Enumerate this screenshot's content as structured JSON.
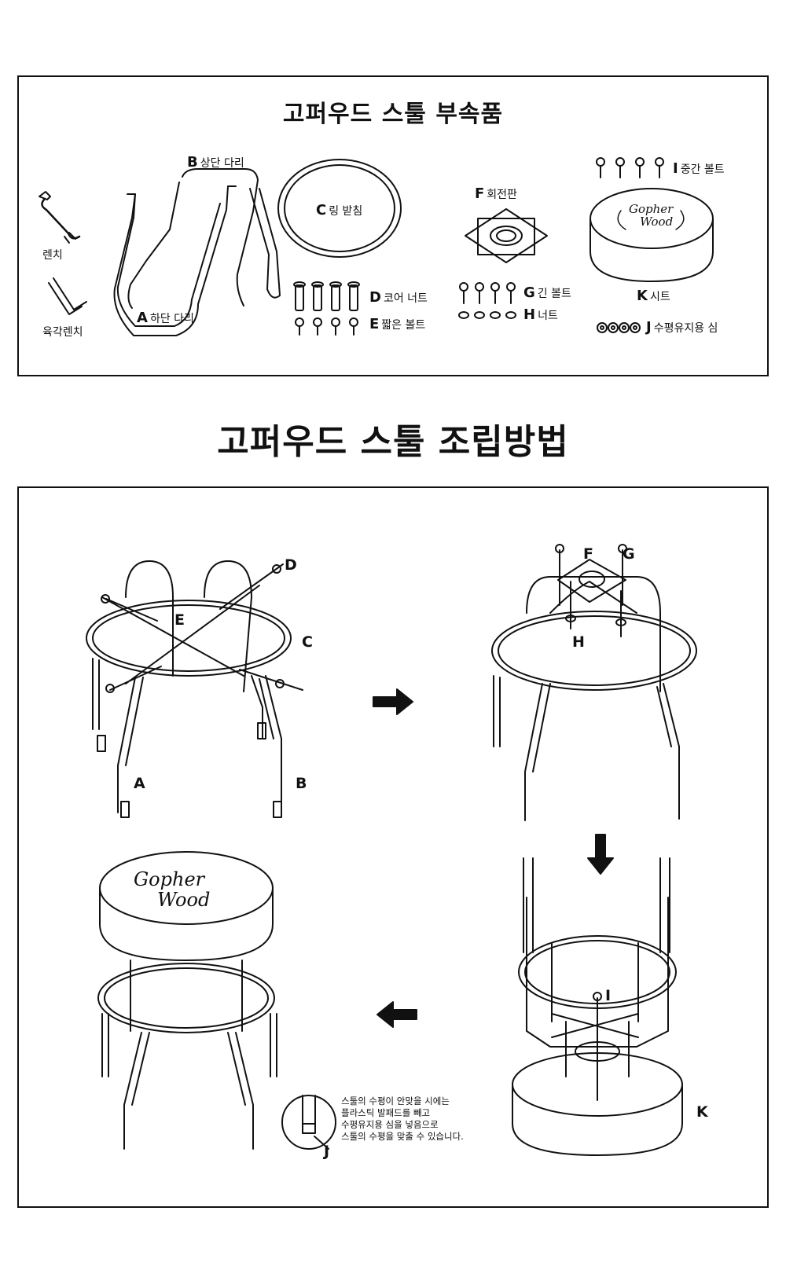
{
  "parts_title": "고퍼우드 스툴 부속품",
  "main_title": "고퍼우드 스툴 조립방법",
  "parts": {
    "wrench": "렌치",
    "hex_wrench": "육각렌치",
    "a": {
      "letter": "A",
      "name": "하단 다리"
    },
    "b": {
      "letter": "B",
      "name": "상단 다리"
    },
    "c": {
      "letter": "C",
      "name": "링 받침"
    },
    "d": {
      "letter": "D",
      "name": "코어 너트"
    },
    "e": {
      "letter": "E",
      "name": "짧은 볼트"
    },
    "f": {
      "letter": "F",
      "name": "회전판"
    },
    "g": {
      "letter": "G",
      "name": "긴 볼트"
    },
    "h": {
      "letter": "H",
      "name": "너트"
    },
    "i": {
      "letter": "I",
      "name": "중간 볼트"
    },
    "k": {
      "letter": "K",
      "name": "시트"
    },
    "j": {
      "letter": "J",
      "name": "수평유지용 심"
    }
  },
  "logo": {
    "line1": "Gopher",
    "line2": "Wood"
  },
  "step1": {
    "d": "D",
    "e": "E",
    "c": "C",
    "a": "A",
    "b": "B"
  },
  "step2": {
    "f": "F",
    "g": "G",
    "h": "H"
  },
  "step3": {
    "i": "I",
    "k": "K"
  },
  "step4": {
    "j": "J",
    "note": [
      "스툴의 수평이 안맞을 시에는",
      "플라스틱 발패드를 빼고",
      "수평유지용 심을 넣음으로",
      "스툴의 수평을 맞출 수 있습니다."
    ]
  },
  "colors": {
    "ink": "#111111",
    "background": "#ffffff"
  }
}
